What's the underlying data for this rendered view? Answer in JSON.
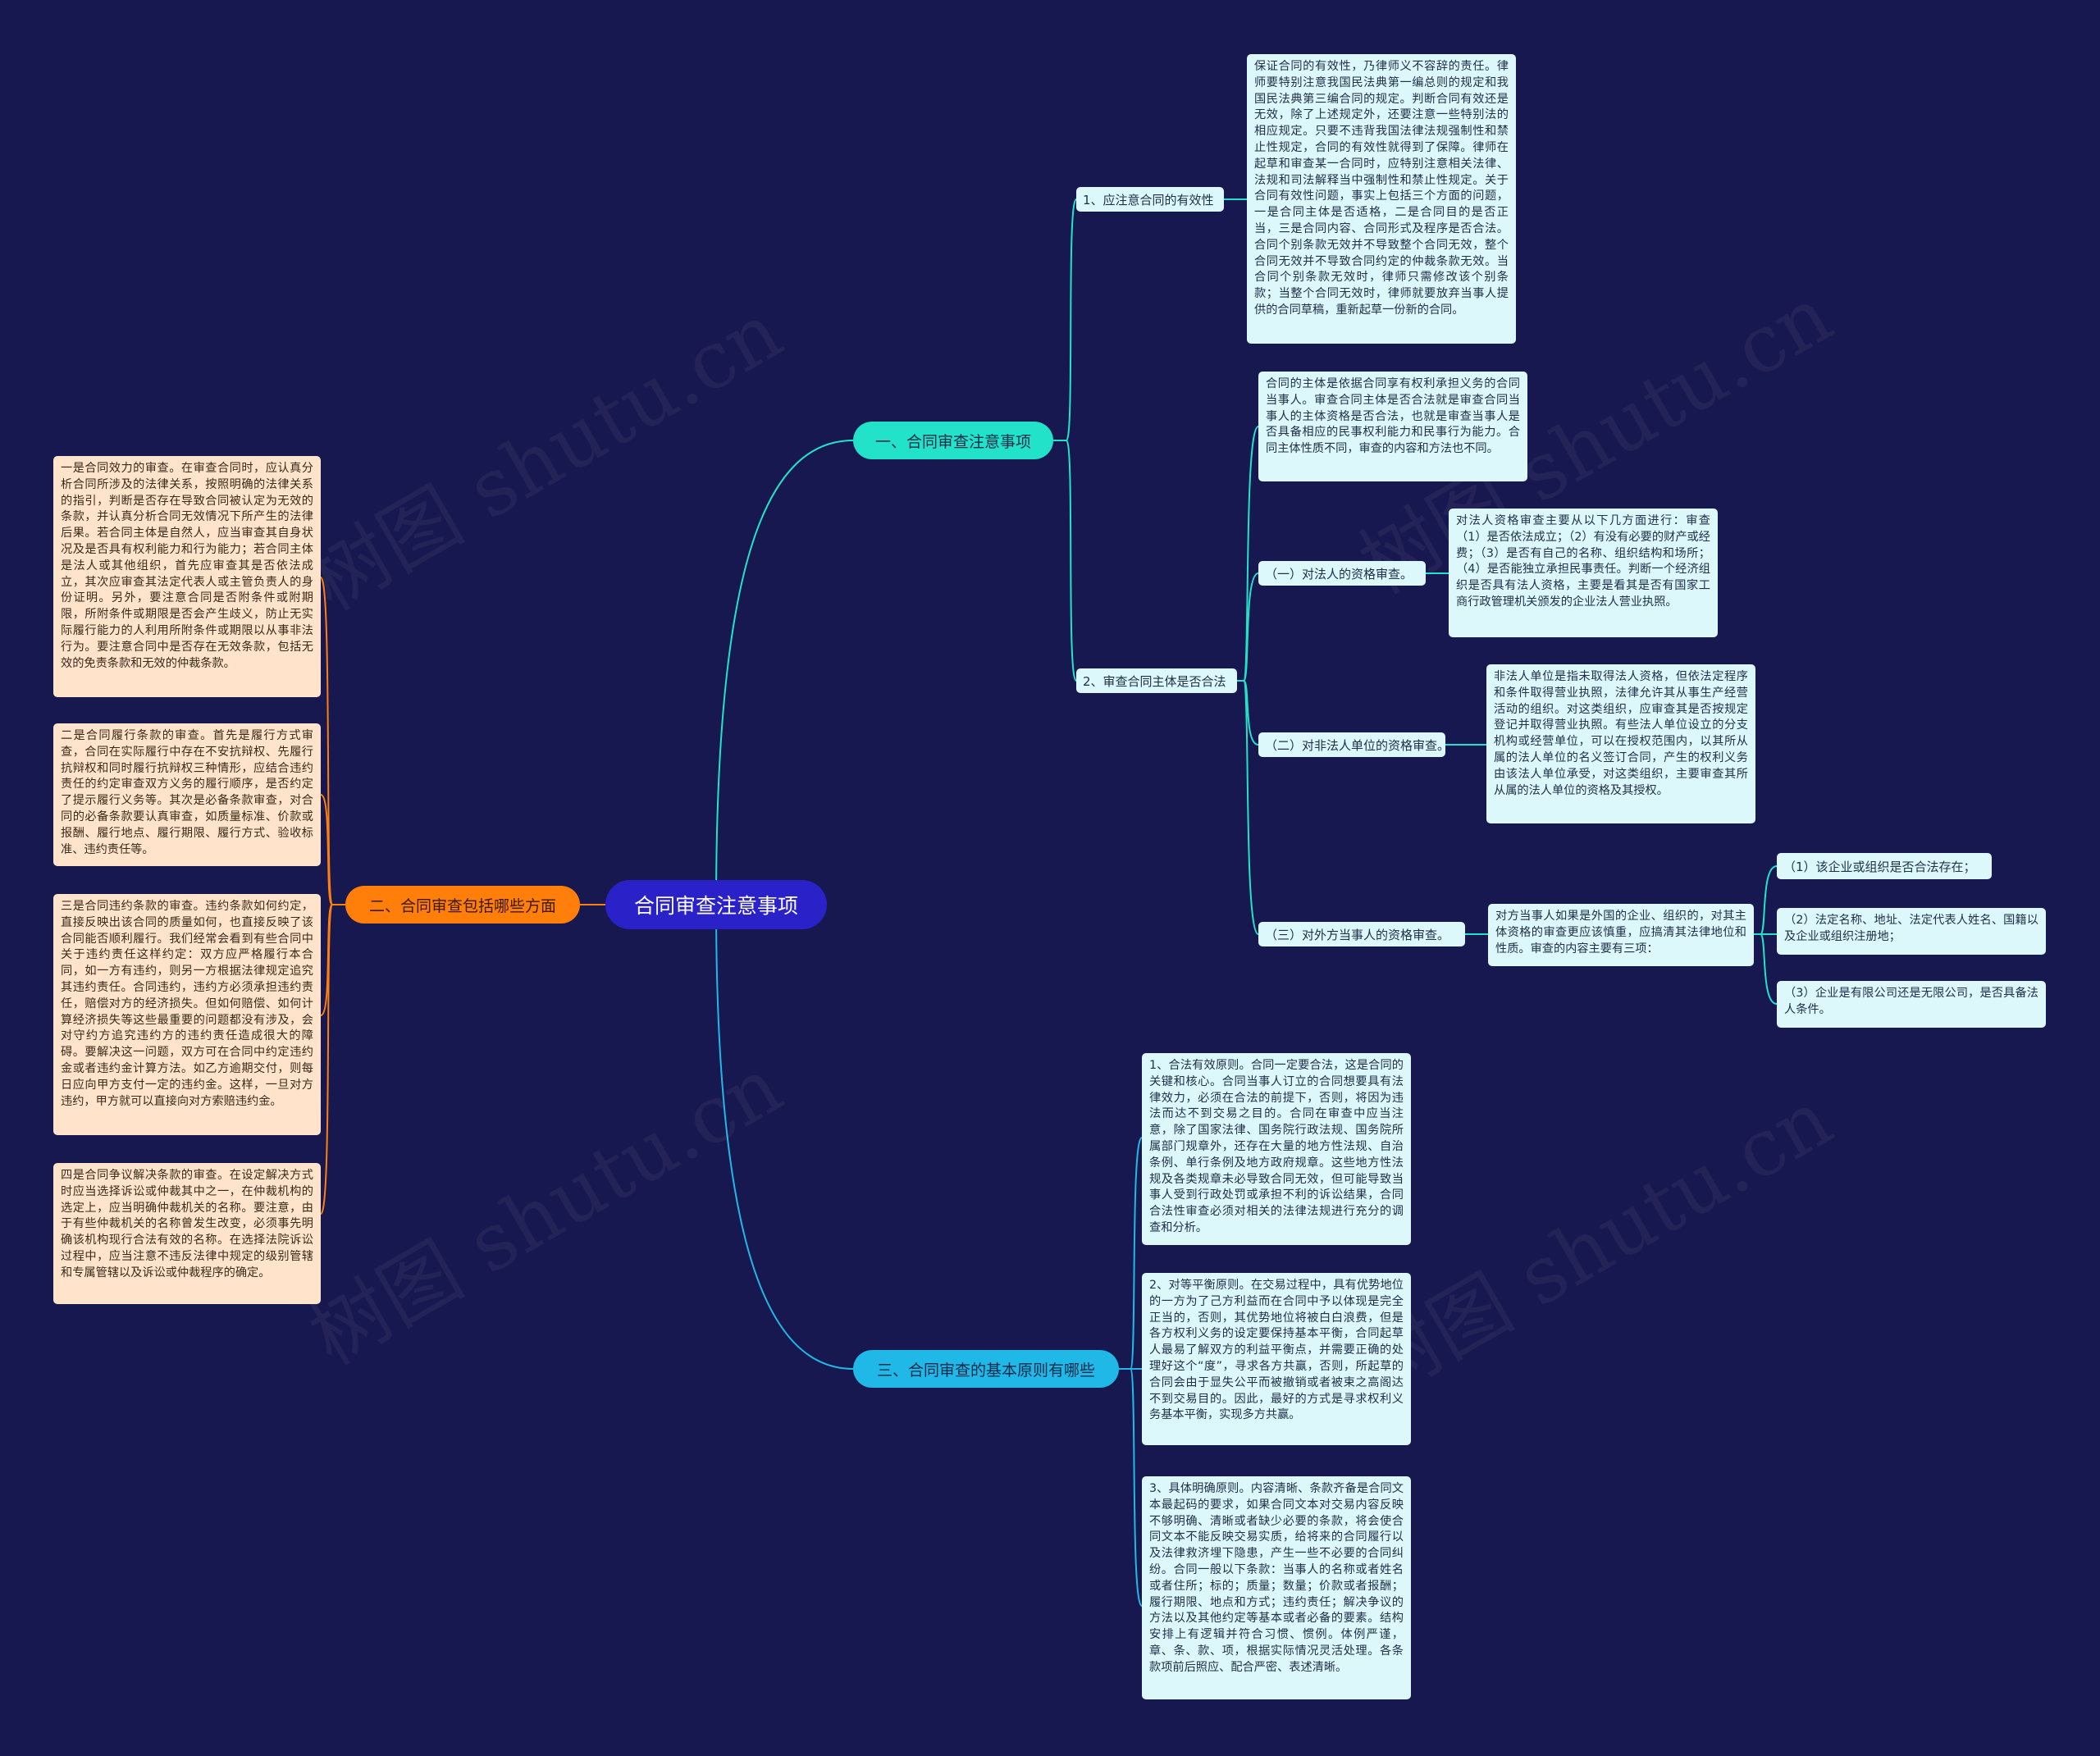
{
  "watermark": "树图 shutu.cn",
  "root": {
    "label": "合同审查注意事项"
  },
  "branch1": {
    "label": "一、合同审查注意事项",
    "item1": {
      "label": "1、应注意合同的有效性",
      "text": "保证合同的有效性，乃律师义不容辞的责任。律师要特别注意我国民法典第一编总则的规定和我国民法典第三编合同的规定。判断合同有效还是无效，除了上述规定外，还要注意一些特别法的相应规定。只要不违背我国法律法规强制性和禁止性规定，合同的有效性就得到了保障。律师在起草和审查某一合同时，应特别注意相关法律、法规和司法解释当中强制性和禁止性规定。关于合同有效性问题，事实上包括三个方面的问题，一是合同主体是否适格，二是合同目的是否正当，三是合同内容、合同形式及程序是否合法。合同个别条款无效并不导致整个合同无效，整个合同无效并不导致合同约定的仲裁条款无效。当合同个别条款无效时，律师只需修改该个别条款；当整个合同无效时，律师就要放弃当事人提供的合同草稿，重新起草一份新的合同。"
    },
    "item2": {
      "label": "2、审查合同主体是否合法",
      "intro": "合同的主体是依据合同享有权利承担义务的合同当事人。审查合同主体是否合法就是审查合同当事人的主体资格是否合法，也就是审查当事人是否具备相应的民事权利能力和民事行为能力。合同主体性质不同，审查的内容和方法也不同。",
      "sub1": {
        "label": "（一）对法人的资格审查。",
        "text": "对法人资格审查主要从以下几方面进行：审查（1）是否依法成立；（2）有没有必要的财产或经费；（3）是否有自己的名称、组织结构和场所；（4）是否能独立承担民事责任。判断一个经济组织是否具有法人资格，主要是看其是否有国家工商行政管理机关颁发的企业法人营业执照。"
      },
      "sub2": {
        "label": "（二）对非法人单位的资格审查。",
        "text": "非法人单位是指未取得法人资格，但依法定程序和条件取得营业执照，法律允许其从事生产经营活动的组织。对这类组织，应审查其是否按规定登记并取得营业执照。有些法人单位设立的分支机构或经营单位，可以在授权范围内，以其所从属的法人单位的名义签订合同，产生的权利义务由该法人单位承受，对这类组织，主要审查其所从属的法人单位的资格及其授权。"
      },
      "sub3": {
        "label": "（三）对外方当事人的资格审查。",
        "text": "对方当事人如果是外国的企业、组织的，对其主体资格的审查更应该慎重，应搞清其法律地位和性质。审查的内容主要有三项：",
        "points": [
          "（1）该企业或组织是否合法存在；",
          "（2）法定名称、地址、法定代表人姓名、国籍以及企业或组织注册地；",
          "（3）企业是有限公司还是无限公司，是否具备法人条件。"
        ]
      }
    }
  },
  "branch2": {
    "label": "二、合同审查包括哪些方面",
    "items": [
      "一是合同效力的审查。在审查合同时，应认真分析合同所涉及的法律关系，按照明确的法律关系的指引，判断是否存在导致合同被认定为无效的条款，并认真分析合同无效情况下所产生的法律后果。若合同主体是自然人，应当审查其自身状况及是否具有权利能力和行为能力；若合同主体是法人或其他组织，首先应审查其是否依法成立，其次应审查其法定代表人或主管负责人的身份证明。另外，要注意合同是否附条件或附期限，所附条件或期限是否会产生歧义，防止无实际履行能力的人利用所附条件或期限以从事非法行为。要注意合同中是否存在无效条款，包括无效的免责条款和无效的仲裁条款。",
      "二是合同履行条款的审查。首先是履行方式审查，合同在实际履行中存在不安抗辩权、先履行抗辩权和同时履行抗辩权三种情形，应结合违约责任的约定审查双方义务的履行顺序，是否约定了提示履行义务等。其次是必备条款审查，对合同的必备条款要认真审查，如质量标准、价款或报酬、履行地点、履行期限、履行方式、验收标准、违约责任等。",
      "三是合同违约条款的审查。违约条款如何约定，直接反映出该合同的质量如何，也直接反映了该合同能否顺利履行。我们经常会看到有些合同中关于违约责任这样约定：双方应严格履行本合同，如一方有违约，则另一方根据法律规定追究其违约责任。合同违约，违约方必须承担违约责任，赔偿对方的经济损失。但如何赔偿、如何计算经济损失等这些最重要的问题都没有涉及，会对守约方追究违约方的违约责任造成很大的障碍。要解决这一问题，双方可在合同中约定违约金或者违约金计算方法。如乙方逾期交付，则每日应向甲方支付一定的违约金。这样，一旦对方违约，甲方就可以直接向对方索赔违约金。",
      "四是合同争议解决条款的审查。在设定解决方式时应当选择诉讼或仲裁其中之一，在仲裁机构的选定上，应当明确仲裁机关的名称。要注意，由于有些仲裁机关的名称曾发生改变，必须事先明确该机构现行合法有效的名称。在选择法院诉讼过程中，应当注意不违反法律中规定的级别管辖和专属管辖以及诉讼或仲裁程序的确定。"
    ]
  },
  "branch3": {
    "label": "三、合同审查的基本原则有哪些",
    "items": [
      "1、合法有效原则。合同一定要合法，这是合同的关键和核心。合同当事人订立的合同想要具有法律效力，必须在合法的前提下，否则，将因为违法而达不到交易之目的。合同在审查中应当注意，除了国家法律、国务院行政法规、国务院所属部门规章外，还存在大量的地方性法规、自治条例、单行条例及地方政府规章。这些地方性法规及各类规章未必导致合同无效，但可能导致当事人受到行政处罚或承担不利的诉讼结果，合同合法性审查必须对相关的法律法规进行充分的调查和分析。",
      "2、对等平衡原则。在交易过程中，具有优势地位的一方为了己方利益而在合同中予以体现是完全正当的，否则，其优势地位将被白白浪费，但是各方权利义务的设定要保持基本平衡，合同起草人最易了解双方的利益平衡点，并需要正确的处理好这个“度”，寻求各方共赢，否则，所起草的合同会由于显失公平而被撤销或者被束之高阁达不到交易目的。因此，最好的方式是寻求权利义务基本平衡，实现多方共赢。",
      "3、具体明确原则。内容清晰、条款齐备是合同文本最起码的要求，如果合同文本对交易内容反映不够明确、清晰或者缺少必要的条款，将会使合同文本不能反映交易实质，给将来的合同履行以及法律救济埋下隐患，产生一些不必要的合同纠纷。合同一般以下条款：当事人的名称或者姓名或者住所；标的；质量；数量；价款或者报酬；履行期限、地点和方式；违约责任；解决争议的方法以及其他约定等基本或者必备的要素。结构安排上有逻辑并符合习惯、惯例。体例严谨，章、条、款、项，根据实际情况灵活处理。各条款项前后照应、配合严密、表述清晰。"
    ]
  },
  "colors": {
    "background": "#181850",
    "root": "#2a22c8",
    "branch1": "#22e3c9",
    "branch2": "#ff7f0a",
    "branch3": "#20b8e6",
    "leaf": "#dcf8fb",
    "leaf_orange": "#ffe4cb"
  }
}
